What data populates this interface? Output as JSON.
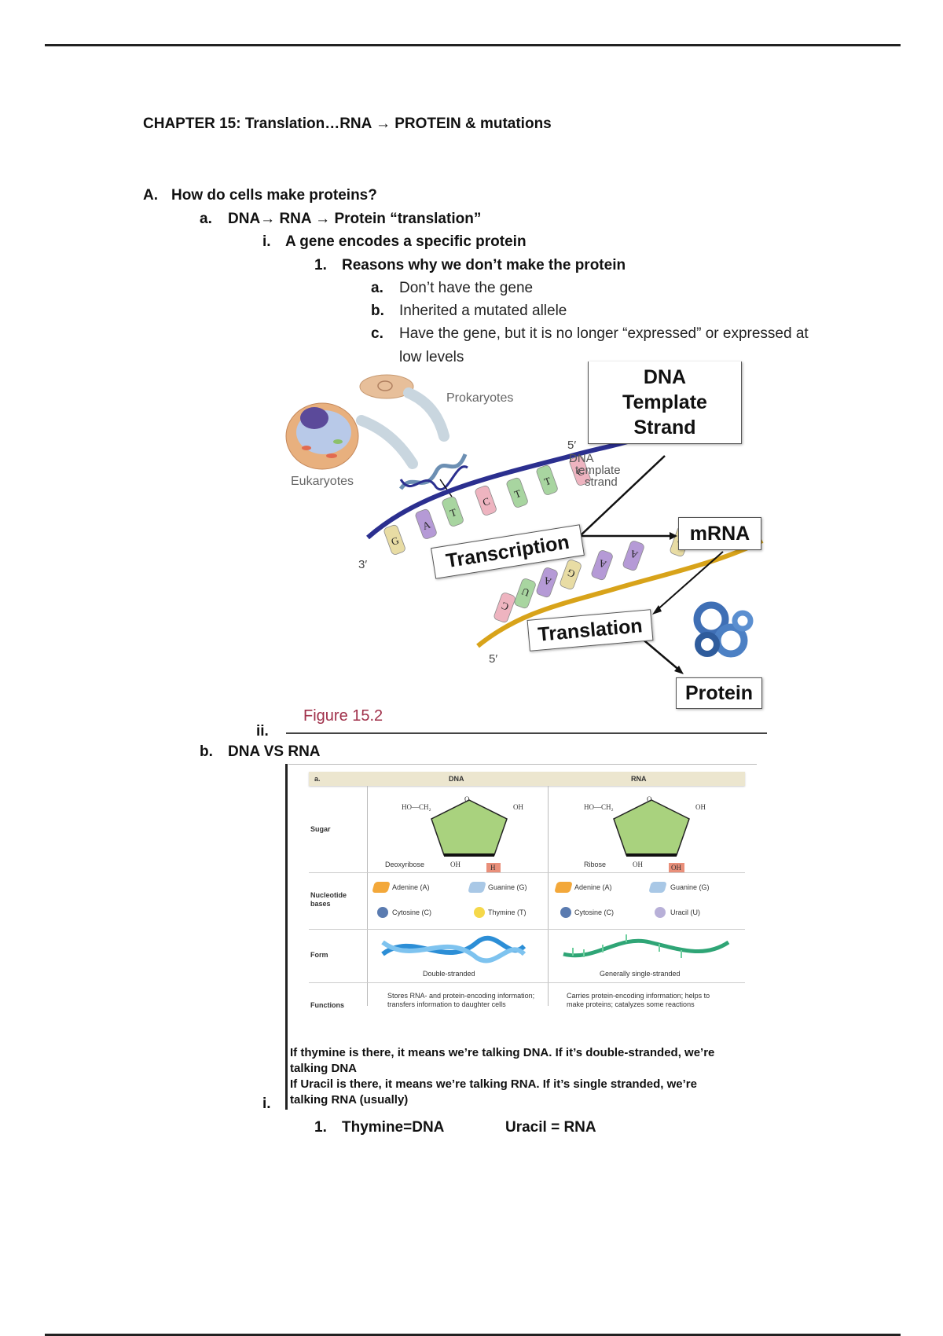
{
  "document": {
    "chapter_title": "CHAPTER 15: Translation…RNA → PROTEIN & mutations",
    "outline": {
      "A": {
        "marker": "A.",
        "text": "How do cells make proteins?"
      },
      "A_a": {
        "marker": "a.",
        "text": "DNA→ RNA → Protein “translation”"
      },
      "A_a_i": {
        "marker": "i.",
        "text": "A gene encodes a specific protein"
      },
      "A_a_i_1": {
        "marker": "1.",
        "text": "Reasons why we don’t make the protein"
      },
      "reasons": [
        {
          "marker": "a.",
          "text": "Don’t have the gene"
        },
        {
          "marker": "b.",
          "text": "Inherited a mutated allele"
        },
        {
          "marker": "c.",
          "text": "Have the gene, but it is no longer “expressed” or expressed at",
          "continuation": "low levels"
        }
      ],
      "A_a_ii": {
        "marker": "ii."
      },
      "A_b": {
        "marker": "b.",
        "text": "DNA VS RNA"
      },
      "A_b_i": {
        "marker": "i."
      },
      "A_b_i_1": {
        "marker": "1.",
        "text_left": "Thymine=DNA",
        "text_right": "Uracil = RNA"
      }
    },
    "figure_15_2": {
      "caption": "Figure 15.2",
      "labels": {
        "prokaryotes": "Prokaryotes",
        "eukaryotes": "Eukaryotes",
        "five_prime_top": "5′",
        "three_prime": "3′",
        "five_prime_bottom": "5′",
        "dna_template_small": "DNA",
        "template_small": "template",
        "strand_small": "strand",
        "dna_template_strand": [
          "DNA",
          "Template",
          "Strand"
        ],
        "mrna": "mRNA",
        "transcription": "Transcription",
        "translation": "Translation",
        "protein": "Protein"
      },
      "dna_bases": [
        "G",
        "A",
        "T",
        "C",
        "T",
        "T",
        "C"
      ],
      "mrna_bases": [
        "C",
        "U",
        "A",
        "G",
        "A",
        "A",
        "G"
      ],
      "colors": {
        "dna_strand": "#2b2f8f",
        "mrna_strand": "#d8a31a",
        "caption": "#a0304a",
        "base_G": "#e8dca4",
        "base_A": "#b59ad6",
        "base_T": "#a8d5a0",
        "base_C": "#eeb4c0",
        "base_U": "#a8d5a0"
      }
    },
    "dna_vs_rna_table": {
      "header": {
        "panel": "a.",
        "col1": "DNA",
        "col2": "RNA"
      },
      "rows": [
        {
          "label": "Sugar",
          "dna": {
            "name": "Deoxyribose",
            "highlight": "H"
          },
          "rna": {
            "name": "Ribose",
            "highlight": "OH"
          }
        },
        {
          "label": "Nucleotide bases",
          "dna": [
            "Adenine (A)",
            "Guanine (G)",
            "Cytosine (C)",
            "Thymine (T)"
          ],
          "rna": [
            "Adenine (A)",
            "Guanine (G)",
            "Cytosine (C)",
            "Uracil (U)"
          ]
        },
        {
          "label": "Form",
          "dna": "Double-stranded",
          "rna": "Generally single-stranded"
        },
        {
          "label": "Functions",
          "dna": "Stores RNA- and protein-encoding information; transfers information to daughter cells",
          "rna": "Carries protein-encoding information; helps to make proteins; catalyzes some reactions"
        }
      ],
      "sugar_atoms": {
        "ho_ch2": "HO—CH₂",
        "o": "O",
        "oh": "OH",
        "h": "H"
      },
      "note_lines": [
        "If thymine is there, it means we’re talking DNA. If it’s double-stranded, we’re",
        "talking DNA",
        "If Uracil is there, it means we’re talking RNA. If it’s single stranded, we’re",
        "talking RNA (usually)"
      ],
      "base_colors": {
        "adenine": "#f3a83a",
        "guanine": "#a9c8e6",
        "cytosine": "#5a7bb0",
        "thymine": "#f5d84a",
        "uracil": "#b8b0d8"
      }
    }
  }
}
